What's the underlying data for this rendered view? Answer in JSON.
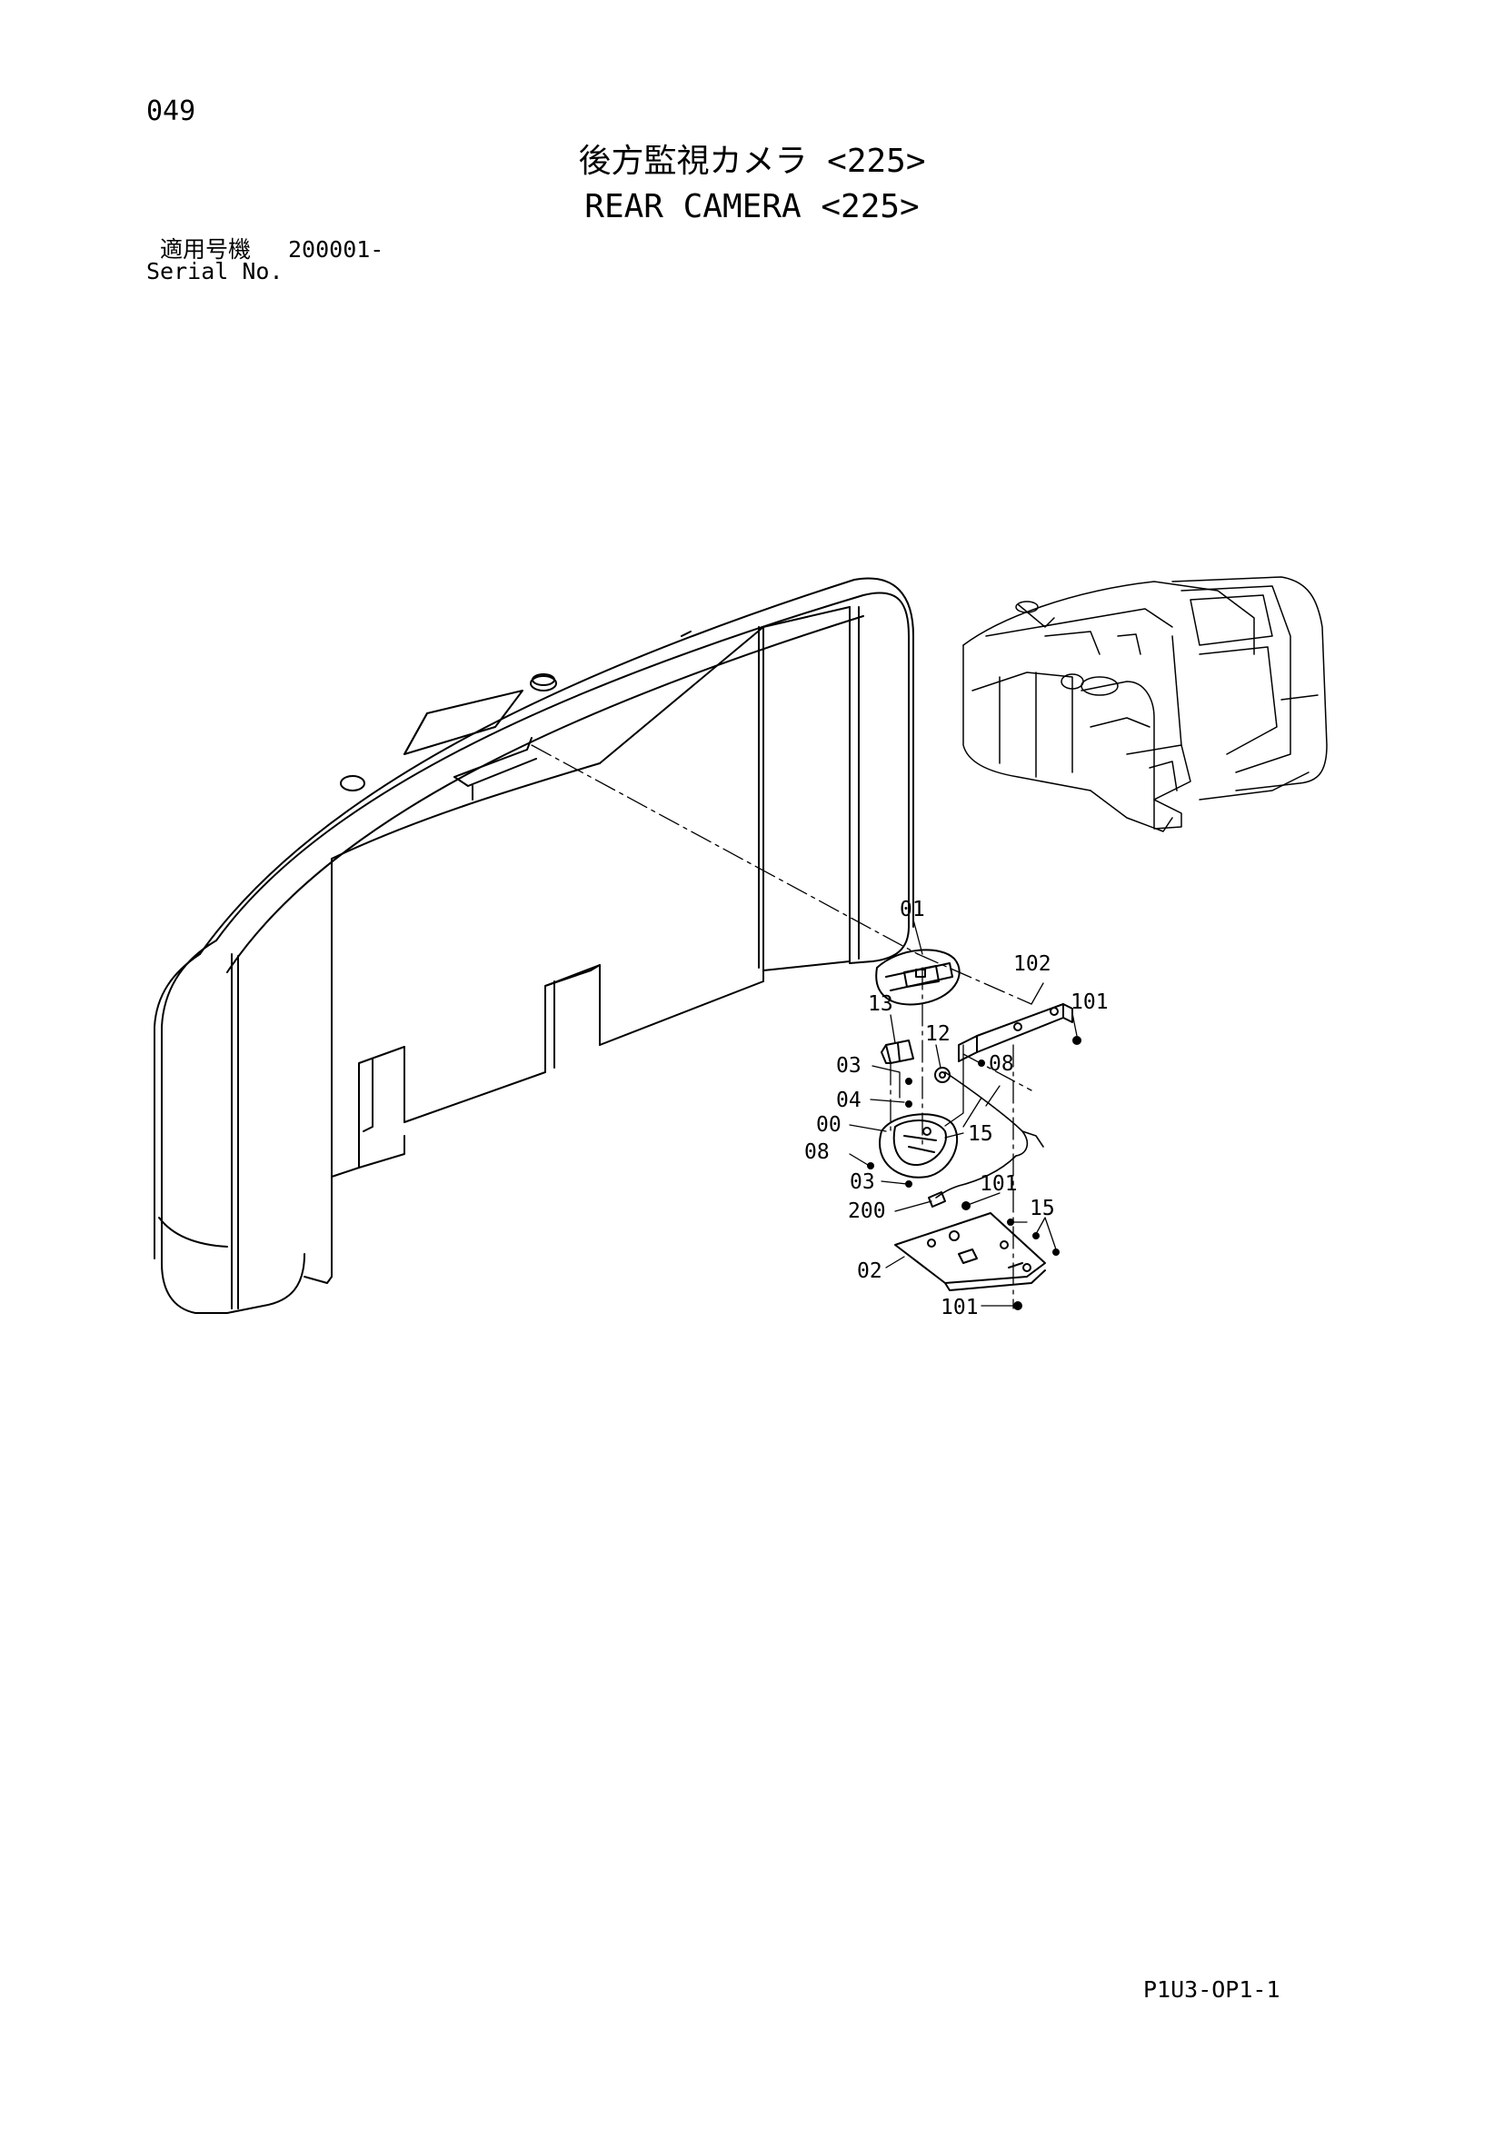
{
  "page_number": "049",
  "title_jp": "後方監視カメラ <225>",
  "title_en": "REAR CAMERA <225>",
  "serial": {
    "label_jp": "適用号機",
    "value": "200001-",
    "label_en": "Serial No."
  },
  "callouts": {
    "p01": "01",
    "p102": "102",
    "p101a": "101",
    "p13": "13",
    "p12": "12",
    "p08a": "08",
    "p03a": "03",
    "p04": "04",
    "p00": "00",
    "p15a": "15",
    "p08b": "08",
    "p03b": "03",
    "p101b": "101",
    "p200": "200",
    "p15b": "15",
    "p02": "02",
    "p101c": "101"
  },
  "doc_code": "P1U3-OP1-1"
}
